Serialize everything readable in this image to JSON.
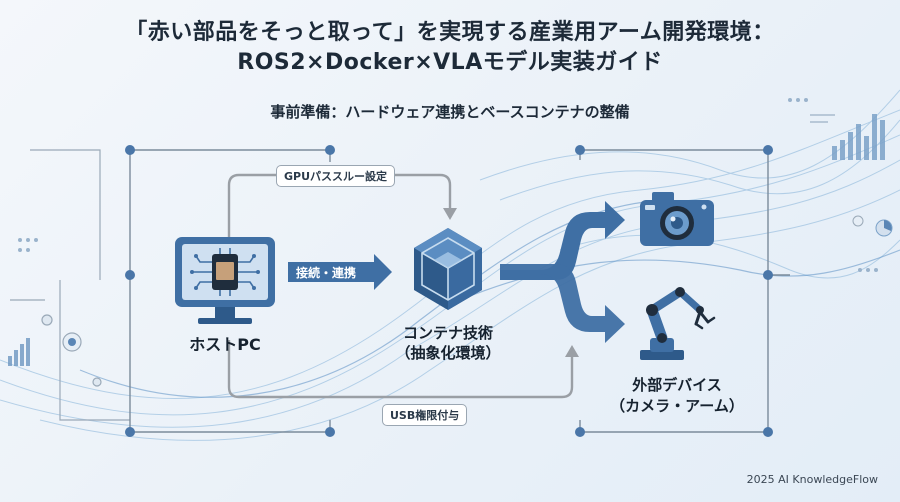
{
  "title_line1": "「赤い部品をそっと取って」を実現する産業用アーム開発環境：",
  "title_line2": "ROS2×Docker×VLAモデル実装ガイド",
  "subtitle": "事前準備：ハードウェア連携とベースコンテナの整備",
  "pills": {
    "gpu": "GPUパススルー設定",
    "usb": "USB権限付与"
  },
  "connect_label": "接続・連携",
  "host_label": "ホストPC",
  "container_label_1": "コンテナ技術",
  "container_label_2": "（抽象化環境）",
  "device_label_1": "外部デバイス",
  "device_label_2": "（カメラ・アーム）",
  "credit": "2025 AI KnowledgeFlow",
  "colors": {
    "accent": "#4a76a8",
    "line": "#8e9aa6",
    "dark": "#1d2a38"
  },
  "icons": [
    "monitor-chip-icon",
    "container-cube-icon",
    "camera-icon",
    "robot-arm-icon"
  ]
}
